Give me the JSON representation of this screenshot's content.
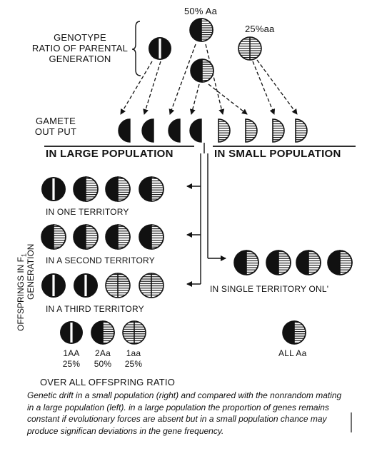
{
  "labels": {
    "het_pct": "50% Aa",
    "rec_pct": "25%aa",
    "genotype_ratio": [
      "GENOTYPE",
      "RATIO OF PARENTAL",
      "GENERATION"
    ],
    "gamete": [
      "GAMETE",
      "OUT PUT"
    ],
    "large_pop": "IN LARGE POPULATION",
    "small_pop": "IN SMALL POPULATION",
    "territory1": "IN ONE TERRITORY",
    "territory2": "IN A SECOND TERRITORY",
    "territory3": "IN A THIRD TERRITORY",
    "single_territory": "IN SINGLE TERRITORY ONL'",
    "offspring_gen": [
      "OFFSPRINGS IN F",
      "GENERATION"
    ],
    "subscript": "1",
    "ratio_aa_dom": [
      "1AA",
      "25%"
    ],
    "ratio_het": [
      "2Aa",
      "50%"
    ],
    "ratio_aa_rec": [
      "1aa",
      "25%"
    ],
    "all_het": "ALL Aa",
    "overall": "OVER ALL OFFSPRING RATIO"
  },
  "caption": "Genetic drift in a small population (right) and compared with the nonrandom mating in a large population (left). in a large population the proportion of genes remains constant if evolutionary forces are absent but in a small population chance may produce significan deviations in the gene frequency.",
  "genotypes": {
    "parents": [
      "AA",
      "Aa",
      "Aa",
      "aa"
    ],
    "gametes": [
      "A",
      "A",
      "A",
      "A",
      "a",
      "a",
      "a",
      "a"
    ],
    "large_territory_1": [
      "AA",
      "Aa",
      "Aa",
      "Aa"
    ],
    "large_territory_2": [
      "Aa",
      "Aa",
      "Aa",
      "Aa"
    ],
    "large_territory_3": [
      "AA",
      "AA",
      "aa",
      "aa"
    ],
    "large_ratio": [
      "AA",
      "Aa",
      "aa"
    ],
    "small_single": [
      "Aa",
      "Aa",
      "Aa",
      "Aa"
    ],
    "small_ratio": [
      "Aa"
    ]
  }
}
